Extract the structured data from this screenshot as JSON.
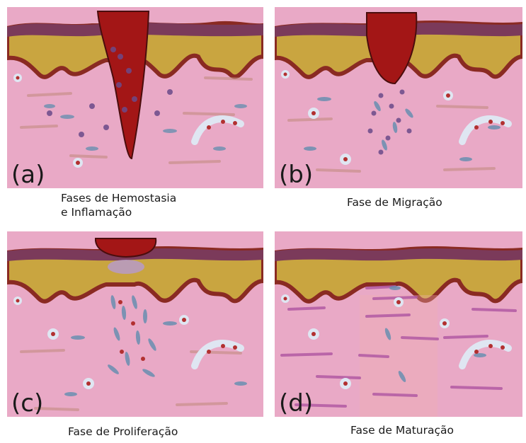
{
  "panels": [
    {
      "letter": "(a)",
      "caption_lines": [
        "Fases de Hemostasia",
        "e Inflamação"
      ]
    },
    {
      "letter": "(b)",
      "caption_lines": [
        "Fase de Migração"
      ]
    },
    {
      "letter": "(c)",
      "caption_lines": [
        "Fase de Proliferação"
      ]
    },
    {
      "letter": "(d)",
      "caption_lines": [
        "Fase de Maturação"
      ]
    }
  ],
  "colors": {
    "dermis": "#e9a9c6",
    "epidermis_band": "#b4402c",
    "granular_layer": "#c9a540",
    "blood_clot": "#a31616",
    "cell_nucleus": "#6b4a8a",
    "fibroblast": "#6a8fb0",
    "collagen": "#b25aa3"
  }
}
